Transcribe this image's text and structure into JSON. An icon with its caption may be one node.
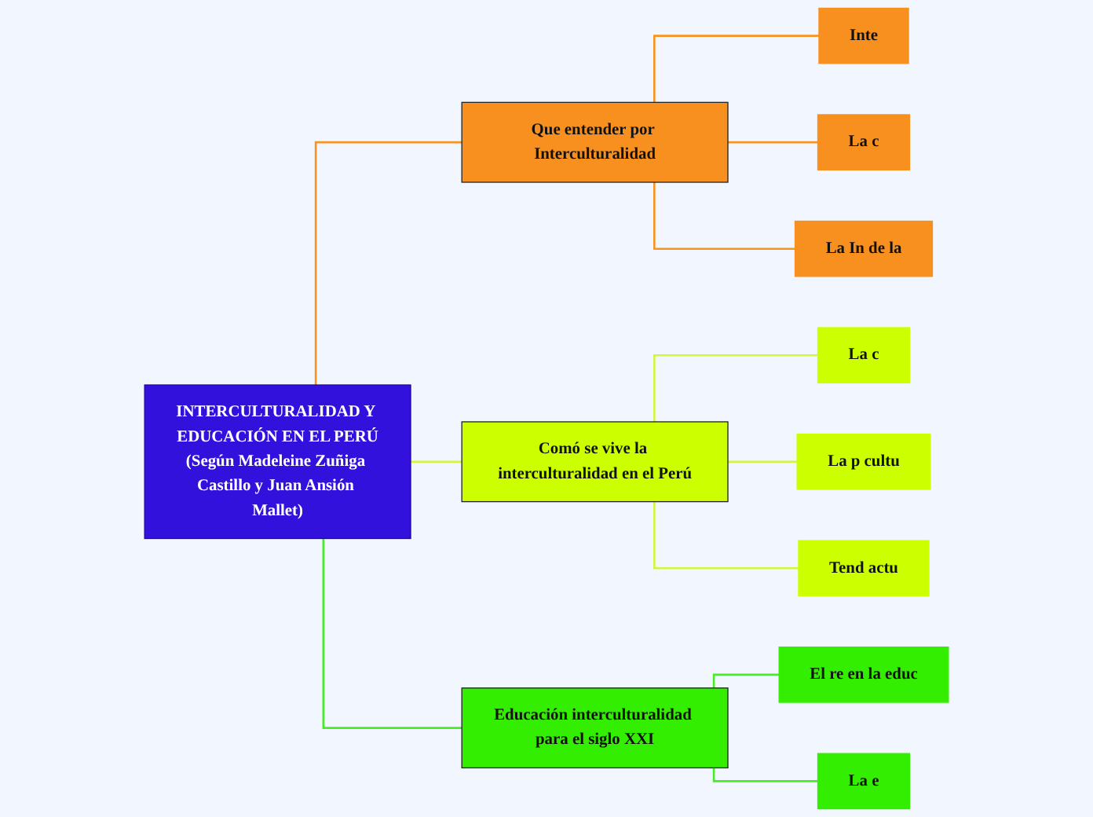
{
  "diagram": {
    "nodes": [
      {
        "text": [
          "INTERCULTURALIDAD Y EDUCACIÓN EN EL PERÚ",
          "(Según Madeleine Zuñiga Castillo y Juan Ansión Mallet)"
        ]
      },
      {
        "text": [
          "Que entender por Interculturalidad"
        ]
      },
      {
        "text": [
          "Inte"
        ]
      },
      {
        "text": [
          "La c"
        ]
      },
      {
        "text": [
          "La In de la"
        ]
      },
      {
        "text": [
          "Comó se vive la interculturalidad en el Perú"
        ]
      },
      {
        "text": [
          "La c"
        ]
      },
      {
        "text": [
          "La p cultu"
        ]
      },
      {
        "text": [
          "Tend actu"
        ]
      },
      {
        "text": [
          "Educación interculturalidad para el siglo XXI"
        ]
      },
      {
        "text": [
          "El re en la educ"
        ]
      },
      {
        "text": [
          "La e"
        ]
      }
    ],
    "edges": [
      {
        "from": 0,
        "to": 1,
        "arrow": "none",
        "color": "#f7941d"
      },
      {
        "from": 0,
        "to": 5,
        "arrow": "none",
        "color": "#d4f53c"
      },
      {
        "from": 0,
        "to": 9,
        "arrow": "none",
        "color": "#44ee22"
      },
      {
        "from": 1,
        "to": 2,
        "arrow": "none",
        "color": "#f7941d"
      },
      {
        "from": 1,
        "to": 3,
        "arrow": "none",
        "color": "#f7941d"
      },
      {
        "from": 1,
        "to": 4,
        "arrow": "none",
        "color": "#f7941d"
      },
      {
        "from": 5,
        "to": 6,
        "arrow": "none",
        "color": "#d4f53c"
      },
      {
        "from": 5,
        "to": 7,
        "arrow": "none",
        "color": "#d4f53c"
      },
      {
        "from": 5,
        "to": 8,
        "arrow": "none",
        "color": "#d4f53c"
      },
      {
        "from": 9,
        "to": 10,
        "arrow": "none",
        "color": "#44ee22"
      },
      {
        "from": 9,
        "to": 11,
        "arrow": "none",
        "color": "#44ee22"
      }
    ]
  }
}
